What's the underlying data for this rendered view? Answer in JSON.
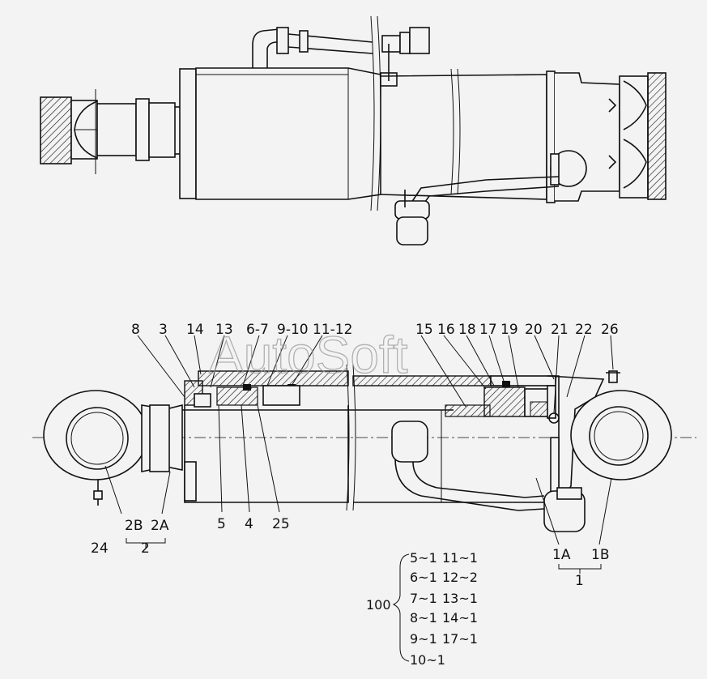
{
  "watermark": "AutoSoft",
  "callouts": {
    "c8": "8",
    "c3": "3",
    "c14": "14",
    "c13": "13",
    "c6_7": "6-7",
    "c9_10": "9-10",
    "c11_12": "11-12",
    "c15": "15",
    "c16": "16",
    "c18": "18",
    "c17": "17",
    "c19": "19",
    "c20": "20",
    "c21": "21",
    "c22": "22",
    "c26": "26",
    "c5": "5",
    "c4": "4",
    "c25": "25",
    "c24": "24",
    "c2B": "2B",
    "c2A": "2A",
    "c2": "2",
    "c1A": "1A",
    "c1B": "1B",
    "c1": "1"
  },
  "kit": {
    "number": "100",
    "rows": [
      [
        "5~1",
        "11~1"
      ],
      [
        "6~1",
        "12~2"
      ],
      [
        "7~1",
        "13~1"
      ],
      [
        "8~1",
        "14~1"
      ],
      [
        "9~1",
        "17~1"
      ],
      [
        "10~1",
        ""
      ]
    ]
  }
}
